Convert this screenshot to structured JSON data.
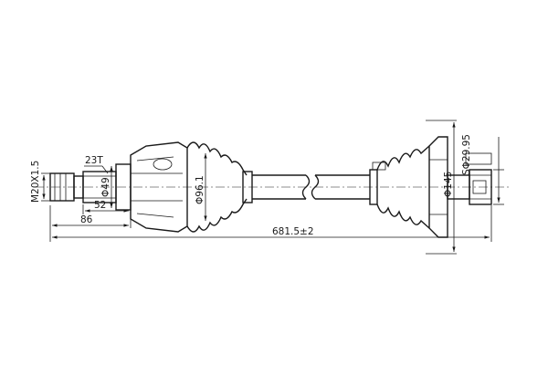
{
  "drawing": {
    "labels": {
      "thread": "M20X1.5",
      "spline": "23T",
      "d_stub": "Φ49",
      "d_joint_outer": "Φ96.1",
      "d_joint_inner": "Φ145",
      "d_inner_spline": "SΦ29.95",
      "len_stub": "52",
      "len_end": "86",
      "total_length": "681.5±2"
    },
    "colors": {
      "line": "#1a1a1a",
      "background": "#ffffff"
    }
  }
}
